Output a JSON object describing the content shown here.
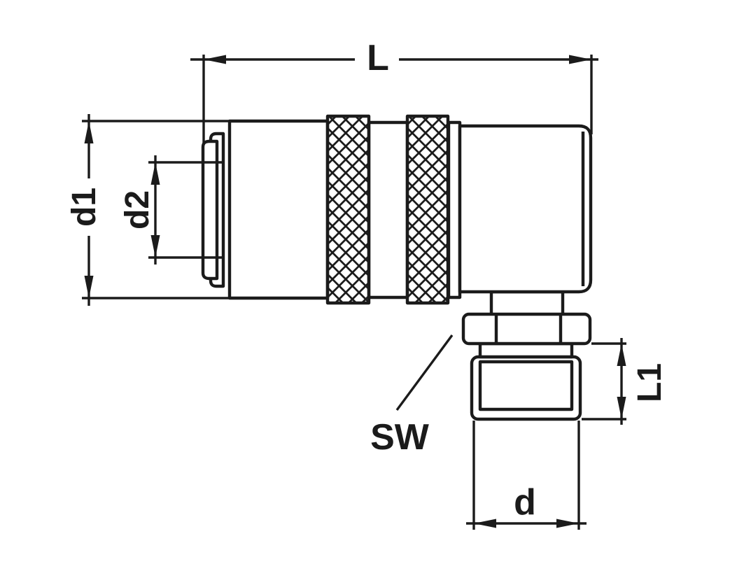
{
  "drawing": {
    "background": "#ffffff",
    "line_color": "#1b1b1b"
  },
  "labels": {
    "overall_length": "L",
    "body_diameter": "d1",
    "plug_diameter": "d2",
    "wrench_flats": "SW",
    "thread_length": "L1",
    "thread_diameter": "d"
  }
}
